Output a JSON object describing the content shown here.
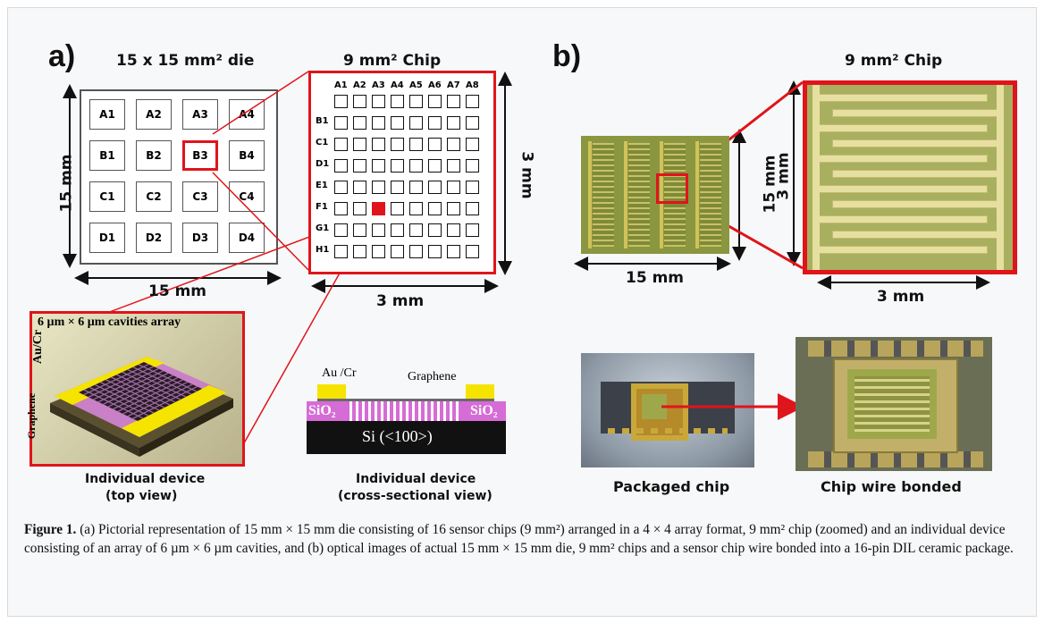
{
  "panel_a": {
    "label": "a)",
    "die_title": "15 x 15 mm² die",
    "die_width_label": "15 mm",
    "die_height_label": "15 mm",
    "die_cells": [
      "A1",
      "A2",
      "A3",
      "A4",
      "B1",
      "B2",
      "B3",
      "B4",
      "C1",
      "C2",
      "C3",
      "C4",
      "D1",
      "D2",
      "D3",
      "D4"
    ],
    "chip_title": "9 mm² Chip",
    "chip_cols": [
      "A1",
      "A2",
      "A3",
      "A4",
      "A5",
      "A6",
      "A7",
      "A8"
    ],
    "chip_rows": [
      "B1",
      "C1",
      "D1",
      "E1",
      "F1",
      "G1",
      "H1"
    ],
    "chip_width_label": "3 mm",
    "chip_height_label": "3 mm",
    "device_top_header": "6 µm × 6 µm cavities array",
    "device_top_aucr": "Au/Cr",
    "device_top_graphene": "Graphene",
    "device_top_caption_1": "Individual device",
    "device_top_caption_2": "(top view)",
    "xsec_aucr": "Au /Cr",
    "xsec_graphene": "Graphene",
    "xsec_sio2_left": "SiO₂",
    "xsec_sio2_right": "SiO₂",
    "xsec_si": "Si (<100>)",
    "xsec_caption_1": "Individual device",
    "xsec_caption_2": "(cross-sectional view)"
  },
  "panel_b": {
    "label": "b)",
    "chip_title": "9 mm² Chip",
    "die_width_label": "15 mm",
    "die_height_label": "15 mm",
    "chip_height_label": "3 mm",
    "chip_width_label": "3 mm",
    "packaged_label": "Packaged chip",
    "wire_bonded_label": "Chip wire bonded"
  },
  "caption": {
    "figure_label": "Figure 1.",
    "text": "(a) Pictorial representation of 15 mm × 15 mm die consisting of 16 sensor chips (9 mm²) arranged in a 4 × 4 array format, 9 mm² chip (zoomed) and an individual device consisting of an array of 6 µm × 6 µm cavities, and (b) optical images of actual 15 mm × 15 mm die, 9 mm² chips and a sensor chip wire bonded into a 16-pin DIL ceramic package."
  },
  "colors": {
    "highlight_red": "#e0141b",
    "gold": "#c9a83a",
    "chip_green": "#8f9a3c",
    "sio2_magenta": "#d66cd6",
    "au_yellow": "#f5e400"
  }
}
